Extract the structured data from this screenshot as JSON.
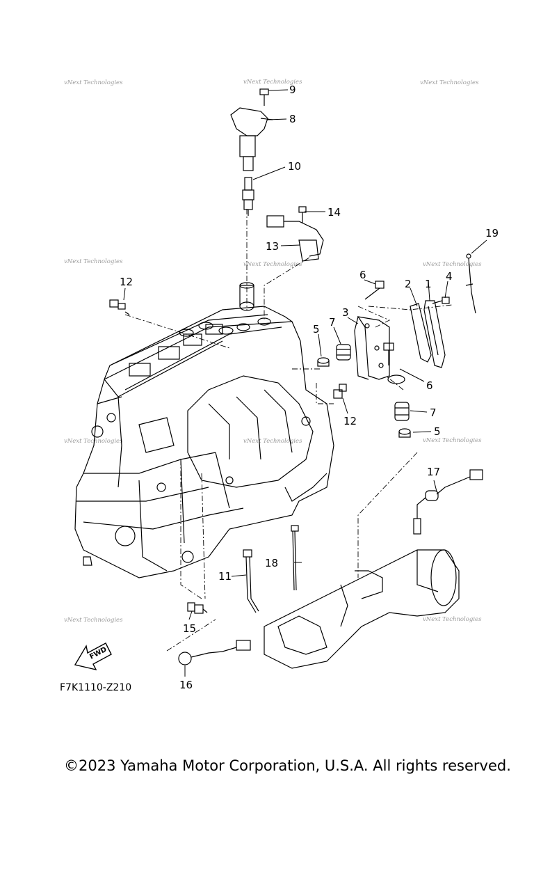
{
  "callouts": [
    {
      "id": "c1",
      "label": "1"
    },
    {
      "id": "c2",
      "label": "2"
    },
    {
      "id": "c3",
      "label": "3"
    },
    {
      "id": "c4",
      "label": "4"
    },
    {
      "id": "c5a",
      "label": "5"
    },
    {
      "id": "c5b",
      "label": "5"
    },
    {
      "id": "c6a",
      "label": "6"
    },
    {
      "id": "c6b",
      "label": "6"
    },
    {
      "id": "c7a",
      "label": "7"
    },
    {
      "id": "c7b",
      "label": "7"
    },
    {
      "id": "c8",
      "label": "8"
    },
    {
      "id": "c9",
      "label": "9"
    },
    {
      "id": "c10",
      "label": "10"
    },
    {
      "id": "c11",
      "label": "11"
    },
    {
      "id": "c12a",
      "label": "12"
    },
    {
      "id": "c12b",
      "label": "12"
    },
    {
      "id": "c13",
      "label": "13"
    },
    {
      "id": "c14",
      "label": "14"
    },
    {
      "id": "c15",
      "label": "15"
    },
    {
      "id": "c16",
      "label": "16"
    },
    {
      "id": "c17",
      "label": "17"
    },
    {
      "id": "c18",
      "label": "18"
    },
    {
      "id": "c19",
      "label": "19"
    }
  ],
  "watermark_text": "vNext Technologies",
  "fwd_label": "FWD",
  "diagram_code": "F7K1110-Z210",
  "copyright": "©2023 Yamaha Motor Corporation, U.S.A. All rights reserved."
}
